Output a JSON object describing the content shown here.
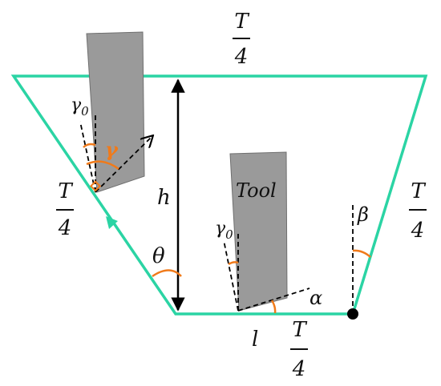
{
  "labels": {
    "t_num": "T",
    "t_den": "4",
    "h": "h",
    "l": "l",
    "theta": "θ",
    "beta": "β",
    "alpha": "α",
    "gamma": "γ",
    "gamma0_base": "γ",
    "gamma0_sub": "0",
    "tool": "Tool"
  },
  "colors": {
    "outline": "#2bd4a4",
    "tool_fill": "#9a9a9a",
    "tool_stroke": "#6f6f6f",
    "accent": "#f07a1a",
    "ink": "#111111"
  },
  "icons": {
    "flow_arrow": "arrow-up-icon",
    "dimension_arrow": "double-arrow-icon",
    "pivot": "filled-circle-icon"
  }
}
